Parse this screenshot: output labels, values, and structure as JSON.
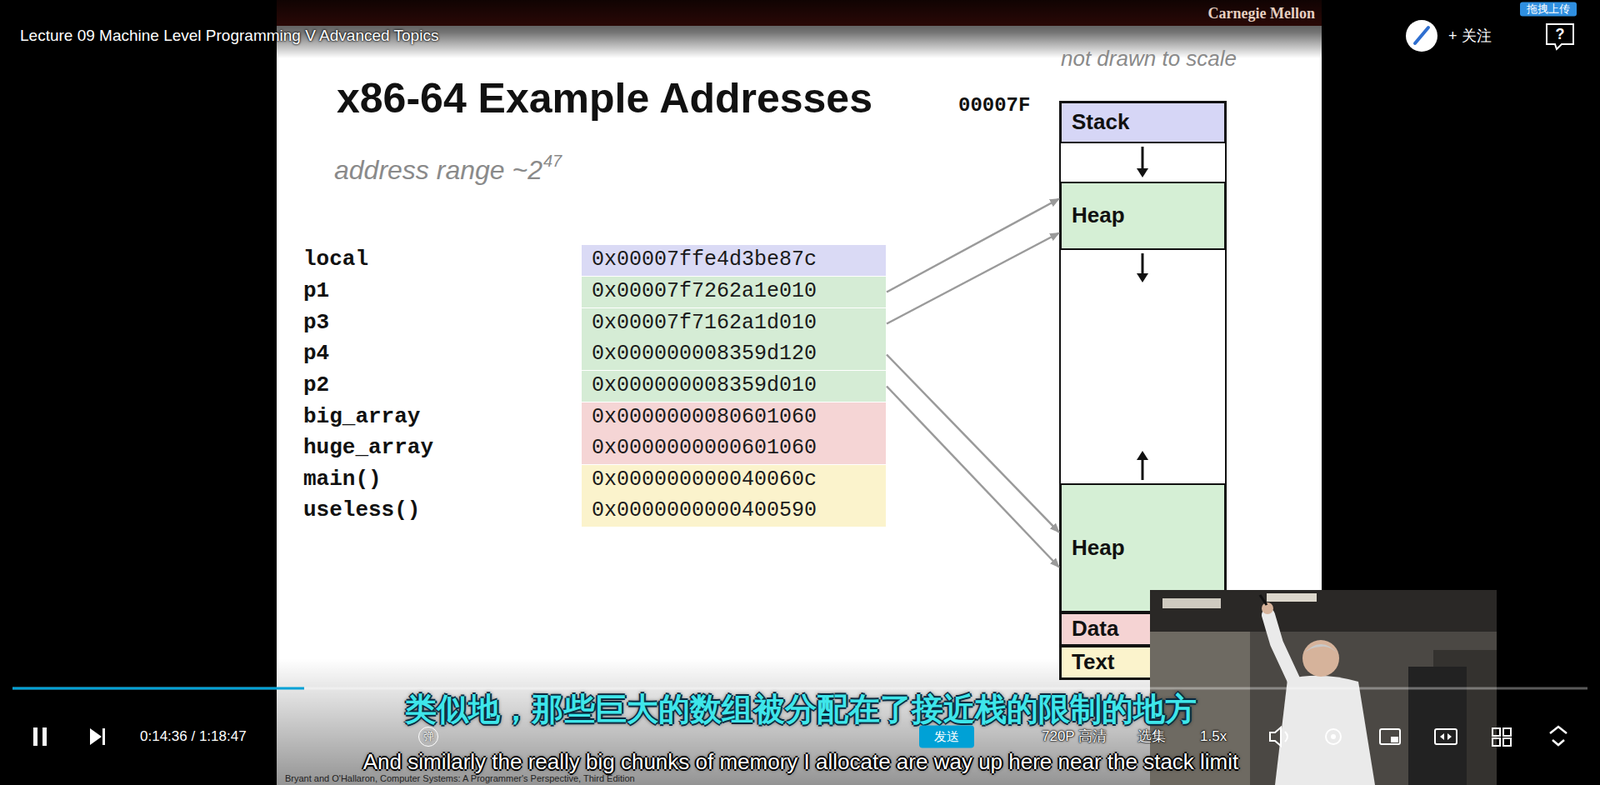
{
  "diagram": {
    "title": "x86-64 Example Addresses",
    "nodes": [
      {
        "text": [
          "0x00007ffe4d3be87c"
        ]
      },
      {
        "text": [
          "0x00007f7262a1e010"
        ]
      },
      {
        "text": [
          "0x00007f7162a1d010"
        ]
      },
      {
        "text": [
          "0x000000008359d120"
        ]
      },
      {
        "text": [
          "0x000000008359d010"
        ]
      },
      {
        "text": [
          "0x0000000080601060"
        ]
      },
      {
        "text": [
          "0x0000000000601060"
        ]
      },
      {
        "text": [
          "0x000000000040060c"
        ]
      },
      {
        "text": [
          "0x0000000000400590"
        ]
      },
      {
        "text": [
          "Stack"
        ]
      },
      {
        "text": [
          "Heap"
        ]
      },
      {
        "text": [
          "Heap"
        ]
      },
      {
        "text": [
          "Data"
        ]
      },
      {
        "text": [
          "Text"
        ]
      }
    ],
    "edges": [
      {
        "from": 1,
        "to": 10,
        "arrow": "to"
      },
      {
        "from": 2,
        "to": 10,
        "arrow": "to"
      },
      {
        "from": 3,
        "to": 11,
        "arrow": "to"
      },
      {
        "from": 4,
        "to": 11,
        "arrow": "to"
      }
    ],
    "labels": [
      "Lecture 09 Machine Level Programming V Advanced Topics",
      "Carnegie Mellon",
      "not drawn to scale",
      "00007F",
      "address range ~2",
      "47",
      "local",
      "p1",
      "p3",
      "p4",
      "p2",
      "big_array",
      "huge_array",
      "main()",
      "useless()",
      "类似地，那些巨大的数组被分配在了接近栈的限制的地方",
      "And similarly the really big chunks of memory I allocate are way up here near the stack limit",
      "0:14:36 / 1:18:47",
      "弹",
      "发送",
      "720P 高清",
      "选集",
      "1.5x",
      "+ 关注",
      "拖拽上传",
      "?",
      "Bryant and O'Hallaron, Computer Systems: A Programmer's Perspective, Third Edition"
    ]
  }
}
